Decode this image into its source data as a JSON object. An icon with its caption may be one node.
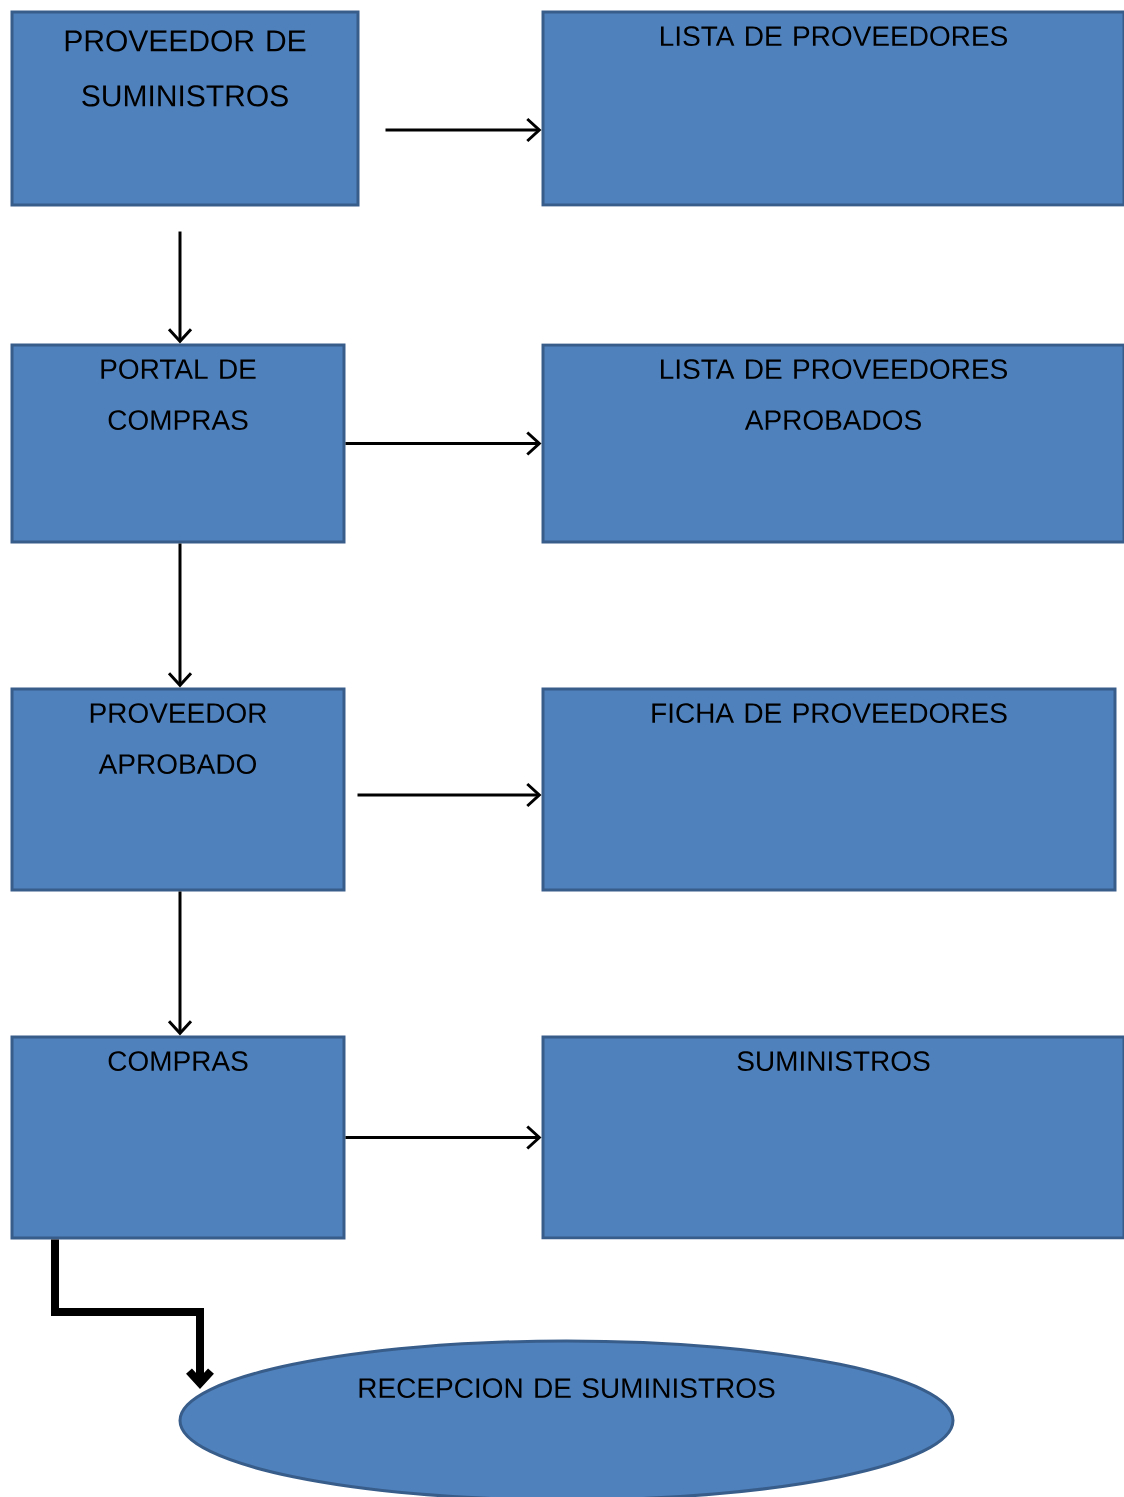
{
  "diagram": {
    "nodes": [
      {
        "text": [
          "PROVEEDOR DE SUMINISTROS"
        ]
      },
      {
        "text": [
          "LISTA DE PROVEEDORES"
        ]
      },
      {
        "text": [
          "PORTAL DE COMPRAS"
        ]
      },
      {
        "text": [
          "LISTA DE PROVEEDORES APROBADOS"
        ]
      },
      {
        "text": [
          "PROVEEDOR APROBADO"
        ]
      },
      {
        "text": [
          "FICHA DE PROVEEDORES"
        ]
      },
      {
        "text": [
          "COMPRAS"
        ]
      },
      {
        "text": [
          "SUMINISTROS"
        ]
      },
      {
        "text": [
          "RECEPCION DE SUMINISTROS"
        ]
      }
    ],
    "edges": [
      {
        "from": 0,
        "to": 1,
        "arrow": "to"
      },
      {
        "from": 0,
        "to": 2,
        "arrow": "to"
      },
      {
        "from": 2,
        "to": 3,
        "arrow": "to"
      },
      {
        "from": 2,
        "to": 4,
        "arrow": "to"
      },
      {
        "from": 4,
        "to": 5,
        "arrow": "to"
      },
      {
        "from": 4,
        "to": 6,
        "arrow": "to"
      },
      {
        "from": 6,
        "to": 7,
        "arrow": "to"
      },
      {
        "from": 6,
        "to": 8,
        "arrow": "to",
        "style": "thick"
      }
    ]
  }
}
